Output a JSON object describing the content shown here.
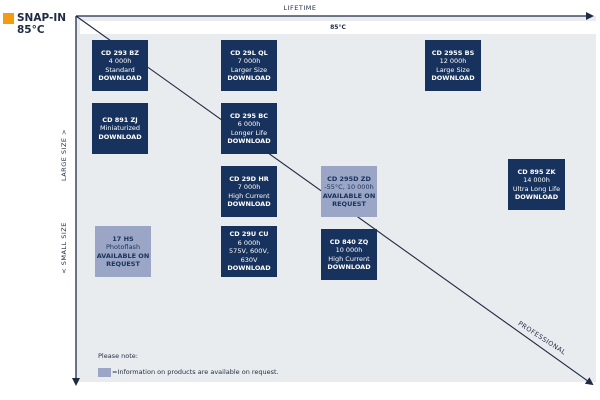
{
  "logo": {
    "line1": "SNAP-IN",
    "line2": "85°C",
    "color": "#f39c12"
  },
  "axes": {
    "top": "LIFETIME",
    "left_top": "LARGE SIZE >",
    "left_bottom": "< SMALL SIZE",
    "diagonal": "PROFESSIONAL"
  },
  "temperature_band": "85°C",
  "colors": {
    "available": "#17325c",
    "on_request": "#9ba6c6",
    "background": "#e9ecee"
  },
  "products": [
    {
      "id": "cd293bz",
      "title": "CD 293 BZ",
      "line1": "4 000h",
      "line2": "Standard",
      "action": "DOWNLOAD",
      "status": "available"
    },
    {
      "id": "cd29lql",
      "title": "CD 29L QL",
      "line1": "7 000h",
      "line2": "Larger Size",
      "action": "DOWNLOAD",
      "status": "available"
    },
    {
      "id": "cd295sbs",
      "title": "CD 295S BS",
      "line1": "12 000h",
      "line2": "Large Size",
      "action": "DOWNLOAD",
      "status": "available"
    },
    {
      "id": "cd891zj",
      "title": "CD 891 ZJ",
      "line1": "Miniaturized",
      "action": "DOWNLOAD",
      "status": "available"
    },
    {
      "id": "cd295bc",
      "title": "CD 295 BC",
      "line1": "6 000h",
      "line2": "Longer Life",
      "action": "DOWNLOAD",
      "status": "available"
    },
    {
      "id": "cd895zk",
      "title": "CD 895 ZK",
      "line1": "14 000h",
      "line2": "Ultra Long Life",
      "action": "DOWNLOAD",
      "status": "available"
    },
    {
      "id": "cd29dhr",
      "title": "CD 29D HR",
      "line1": "7 000h",
      "line2": "High Current",
      "action": "DOWNLOAD",
      "status": "available"
    },
    {
      "id": "cd295dzd",
      "title": "CD 295D ZD",
      "line1": "-55°C, 10 000h",
      "action": "AVAILABLE ON REQUEST",
      "status": "request"
    },
    {
      "id": "17hs",
      "title": "17 HS",
      "line1": "Photoflash",
      "action": "AVAILABLE ON REQUEST",
      "status": "request"
    },
    {
      "id": "cd29ucu",
      "title": "CD 29U CU",
      "line1": "6 000h",
      "line2": "575V, 600V, 630V",
      "action": "DOWNLOAD",
      "status": "available"
    },
    {
      "id": "cd840zq",
      "title": "CD 840 ZQ",
      "line1": "10 000h",
      "line2": "High Current",
      "action": "DOWNLOAD",
      "status": "available"
    }
  ],
  "note": {
    "title": "Please note:",
    "legend": "=Information on products are available on request."
  }
}
